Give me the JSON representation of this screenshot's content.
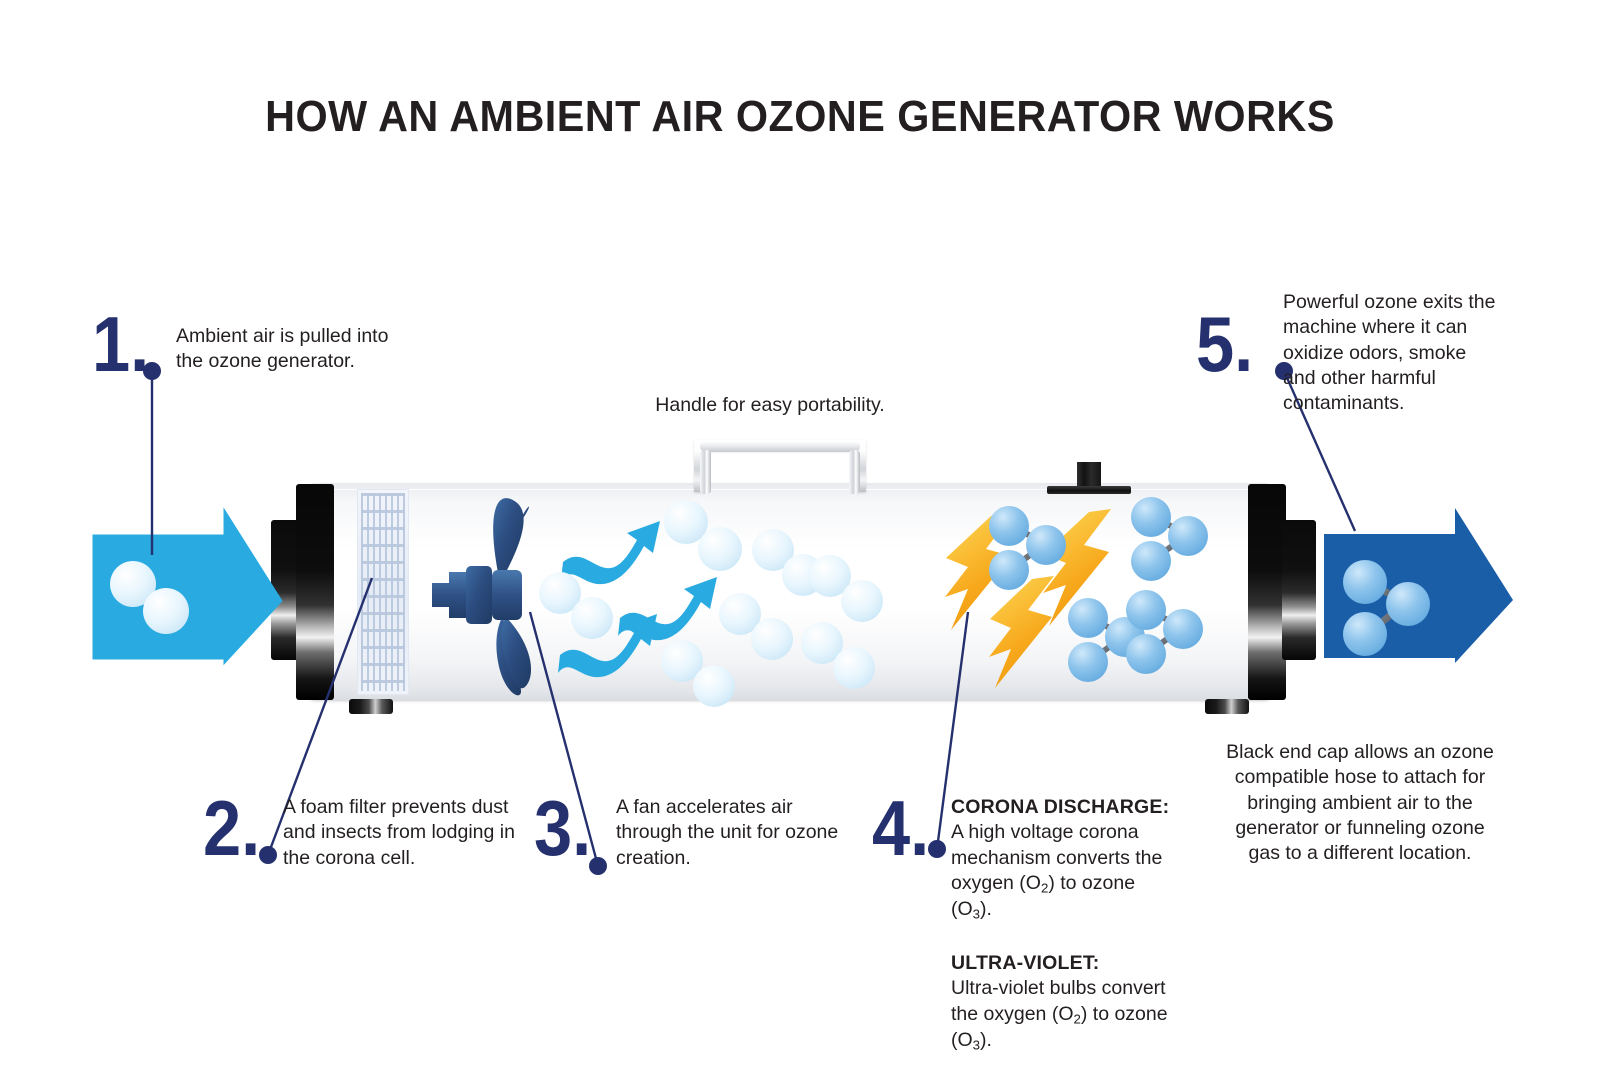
{
  "page": {
    "title": "HOW AN AMBIENT AIR OZONE GENERATOR WORKS",
    "background_color": "#ffffff",
    "colors": {
      "navy": "#25306e",
      "light_blue_arrow": "#29abe2",
      "dark_blue_arrow": "#1b5ea8",
      "fan_blue": "#2c4d80",
      "bolt_orange": "#f7a81b",
      "text": "#231f20",
      "endcap_black": "#0a0a0a"
    }
  },
  "steps": [
    {
      "number": "1.",
      "text": "Ambient air is pulled into the ozone generator.",
      "lines": [
        "Ambient air is pulled into",
        "the ozone generator."
      ]
    },
    {
      "number": "2.",
      "text": "A foam filter prevents dust and insects from lodging in the corona cell.",
      "lines": [
        "A foam filter prevents dust",
        "and insects from lodging in",
        "the corona cell."
      ]
    },
    {
      "number": "3.",
      "text": "A fan accelerates air through the unit for ozone creation.",
      "lines": [
        "A fan accelerates air",
        "through the unit for ozone",
        "creation."
      ]
    },
    {
      "number": "4.",
      "heading_1": "CORONA DISCHARGE:",
      "body_1_a": "A high voltage corona mechanism converts the oxygen (O",
      "body_1_sub_a": "2",
      "body_1_b": ") to ozone (O",
      "body_1_sub_b": "3",
      "body_1_c": ").",
      "heading_2": "ULTRA-VIOLET:",
      "body_2_a": "Ultra-violet bulbs convert the oxygen (O",
      "body_2_sub_a": "2",
      "body_2_b": ") to ozone (O",
      "body_2_sub_b": "3",
      "body_2_c": ")."
    },
    {
      "number": "5.",
      "text": "Powerful ozone exits the machine where it can oxidize odors, smoke and other harmful contaminants.",
      "lines": [
        "Powerful ozone exits the",
        "machine where it can",
        "oxidize odors, smoke",
        "and other harmful",
        "contaminants."
      ]
    }
  ],
  "callouts": {
    "handle": "Handle for easy portability.",
    "endcap": "Black end cap allows an ozone compatible hose to attach for bringing ambient air to the generator or funneling ozone gas to a different location.",
    "endcap_lines": [
      "Black end cap allows an ozone",
      "compatible hose to attach for",
      "bringing ambient air to the",
      "generator or funneling ozone",
      "gas to a different location."
    ]
  },
  "diagram": {
    "inlet_arrow_label": "ambient-air-inlet",
    "outlet_arrow_label": "ozone-outlet",
    "inlet_molecule": "O2",
    "outlet_molecule": "O3",
    "components": [
      "left-end-cap",
      "foam-filter",
      "fan",
      "airflow-arrows",
      "oxygen-molecules",
      "lightning-bolts",
      "ozone-molecules",
      "handle",
      "top-vent",
      "right-end-cap",
      "feet"
    ]
  }
}
